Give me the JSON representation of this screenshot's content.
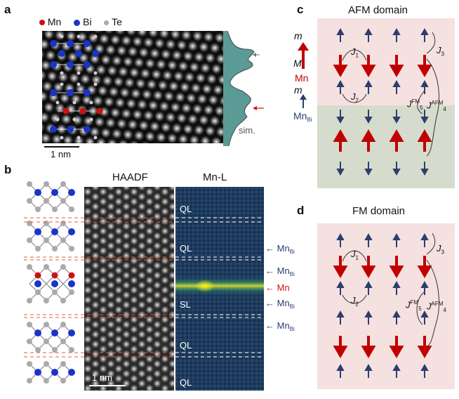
{
  "panels": {
    "a": "a",
    "b": "b",
    "c": "c",
    "d": "d"
  },
  "legend": {
    "mn": "Mn",
    "bi": "Bi",
    "te": "Te",
    "mn_color": "#cc1111",
    "bi_color": "#1a33c8",
    "te_color": "#9a9a9a"
  },
  "panel_a": {
    "scalebar": "1 nm",
    "sim_label": "sim."
  },
  "panel_b": {
    "haadf_title": "HAADF",
    "mnl_title": "Mn-L",
    "scalebar": "1 nm",
    "layer_labels": [
      "QL",
      "QL",
      "SL",
      "QL",
      "QL"
    ],
    "right_labels": [
      {
        "main": "Mn",
        "sub": "Bi"
      },
      {
        "main": "Mn",
        "sub": "Bi"
      },
      {
        "main": "Mn",
        "sub": ""
      },
      {
        "main": "Mn",
        "sub": "Bi"
      },
      {
        "main": "Mn",
        "sub": "Bi"
      }
    ]
  },
  "panel_c": {
    "title": "AFM domain",
    "row_labels": [
      "m",
      "M",
      "m"
    ],
    "legend_mn": "Mn",
    "legend_mnbi": "Mn",
    "legend_mnbi_sub": "Bi",
    "colors": {
      "upper": "#f5e1e0",
      "lower": "#d6dccd",
      "red_arrow": "#c00000",
      "blue_arrow": "#2d3e6e"
    }
  },
  "panel_d": {
    "title": "FM domain",
    "colors": {
      "bg": "#f5e1e0"
    }
  },
  "couplings": {
    "j1": "J",
    "j1_sub": "1",
    "j2": "J",
    "j2_sub": "2",
    "j3": "J",
    "j3_sub": "3",
    "j5": "J",
    "j5_sub": "5",
    "j5_sup": "FM",
    "j4": "J",
    "j4_sub": "4",
    "j4_sup": "AFM"
  }
}
